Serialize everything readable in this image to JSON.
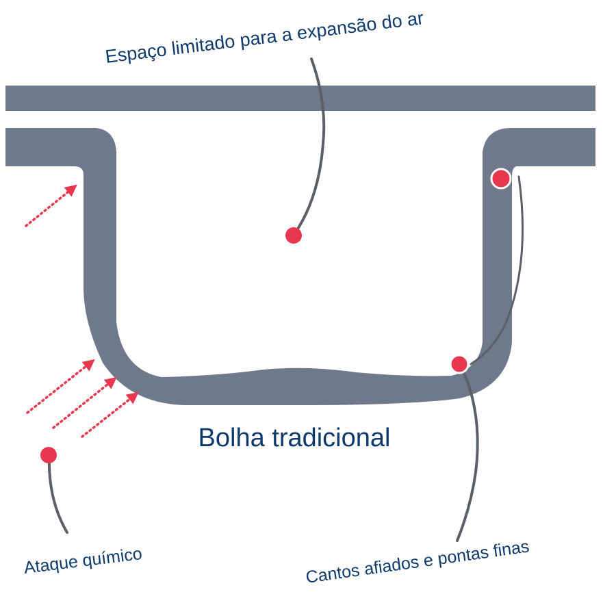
{
  "diagram": {
    "title": "Bolha tradicional",
    "labels": {
      "air_space": "Espaço limitado para a expansão do ar",
      "sharp_corners": "Cantos afiados e pontas finas",
      "chemical_attack": "Ataque químico"
    }
  },
  "colors": {
    "film": "#6e7a8b",
    "marker": "#e8384f",
    "text": "#0d3a6b",
    "leader": "#5b6068",
    "background": "#ffffff"
  }
}
